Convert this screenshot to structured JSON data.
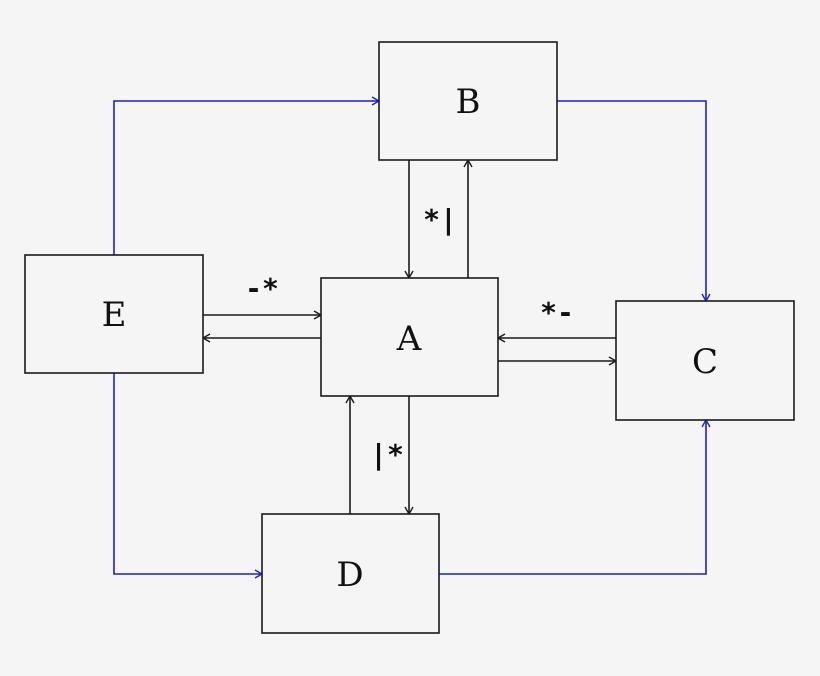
{
  "colors": {
    "connector_blue": "#1f1fc8",
    "line_black": "#1a1a1a"
  },
  "nodes": {
    "A": {
      "label": "A"
    },
    "B": {
      "label": "B"
    },
    "C": {
      "label": "C"
    },
    "D": {
      "label": "D"
    },
    "E": {
      "label": "E"
    }
  },
  "edge_labels": {
    "B_A": "*|",
    "E_A": "-*",
    "C_A": "*-",
    "A_D": "|*"
  }
}
